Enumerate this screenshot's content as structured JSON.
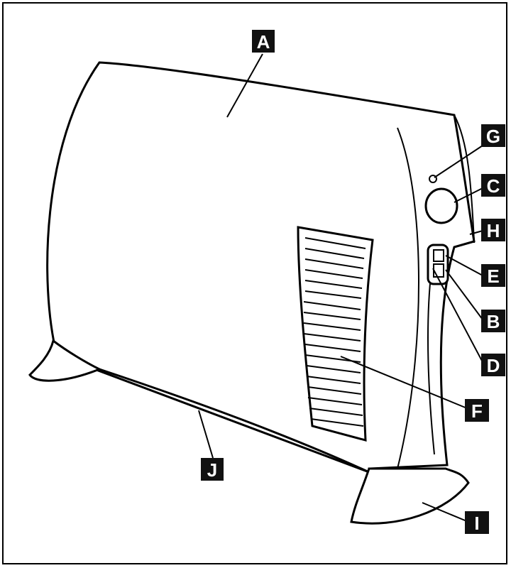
{
  "figure": {
    "subject": "convector heater",
    "colors": {
      "line": "#000000",
      "label_bg": "#111111",
      "label_text": "#ffffff"
    },
    "callouts": [
      {
        "id": "A",
        "label": "A"
      },
      {
        "id": "G",
        "label": "G"
      },
      {
        "id": "C",
        "label": "C"
      },
      {
        "id": "H",
        "label": "H"
      },
      {
        "id": "E",
        "label": "E"
      },
      {
        "id": "B",
        "label": "B"
      },
      {
        "id": "D",
        "label": "D"
      },
      {
        "id": "F",
        "label": "F"
      },
      {
        "id": "J",
        "label": "J"
      },
      {
        "id": "I",
        "label": "I"
      }
    ]
  }
}
